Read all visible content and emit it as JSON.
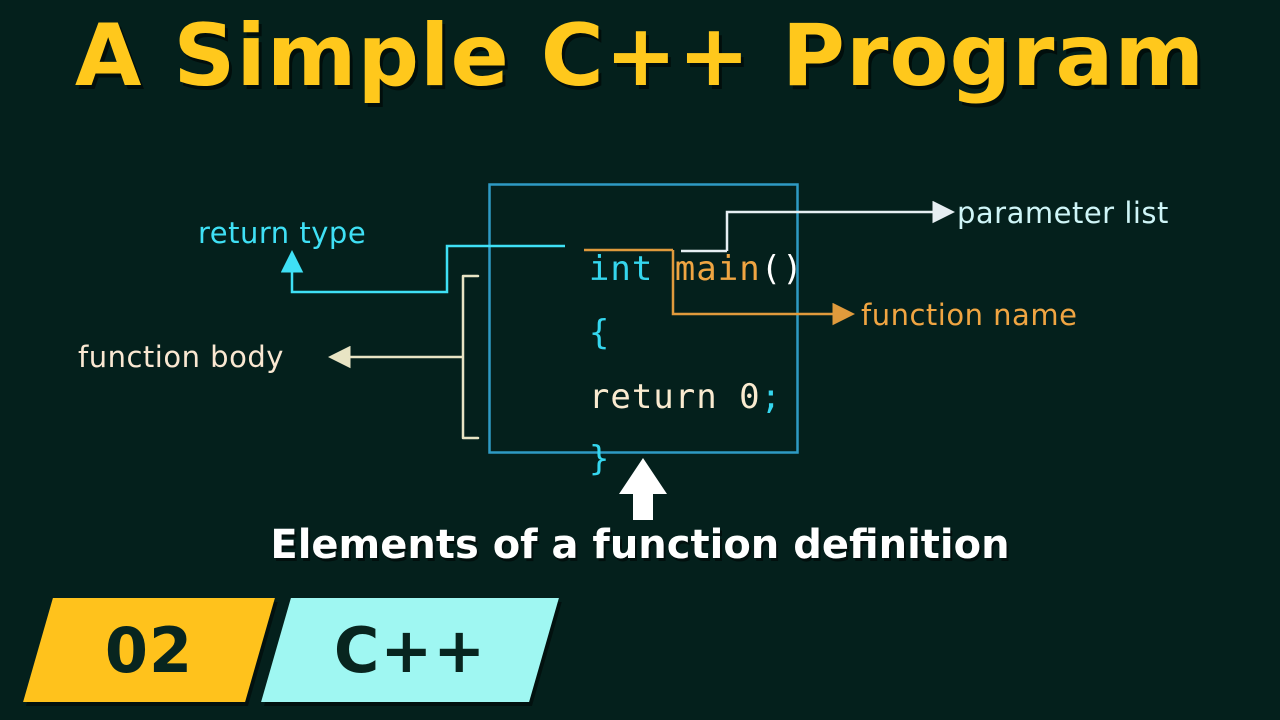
{
  "slide": {
    "title": "A Simple C++ Program",
    "caption": "Elements of a function definition",
    "background_color": "#04201c"
  },
  "code_box": {
    "border_color": "#2E9AC4",
    "lines": [
      {
        "id": "signature",
        "tokens": [
          {
            "text": "int",
            "role": "return-type",
            "color": "#35D6EE"
          },
          {
            "text": " ",
            "role": "space",
            "color": "#04201c"
          },
          {
            "text": "main",
            "role": "function-name",
            "color": "#F0A542"
          },
          {
            "text": "()",
            "role": "parameter-list",
            "color": "#FFFFFF"
          }
        ]
      },
      {
        "id": "open-brace",
        "tokens": [
          {
            "text": "{",
            "role": "brace",
            "color": "#35D6EE"
          }
        ]
      },
      {
        "id": "return-stmt",
        "tokens": [
          {
            "text": "return 0",
            "role": "statement",
            "color": "#FAEBD0"
          },
          {
            "text": ";",
            "role": "semicolon",
            "color": "#35D6EE"
          }
        ]
      },
      {
        "id": "close-brace",
        "tokens": [
          {
            "text": "}",
            "role": "brace",
            "color": "#35D6EE"
          }
        ]
      }
    ],
    "plain_code": "int main()\n{\nreturn 0;\n}"
  },
  "annotations": [
    {
      "id": "return-type",
      "label": "return type",
      "color": "#3FE0F5",
      "points_to": "int",
      "arrow_direction": "up"
    },
    {
      "id": "parameter-list",
      "label": "parameter list",
      "color": "#CFF5F7",
      "points_to": "()",
      "arrow_direction": "right"
    },
    {
      "id": "function-name",
      "label": "function name",
      "color": "#F0A542",
      "points_to": "main",
      "arrow_direction": "right"
    },
    {
      "id": "function-body",
      "label": "function body",
      "color": "#FAE8D2",
      "points_to": "{ return 0; }",
      "arrow_direction": "left"
    }
  ],
  "labels": {
    "return_type": "return type",
    "parameter_list": "parameter list",
    "function_name": "function name",
    "function_body": "function body"
  },
  "badges": {
    "number": "02",
    "language": "C++",
    "number_color": "#FFC21C",
    "language_color": "#9FF7F2",
    "text_color": "#08251F"
  },
  "icons": {
    "caption_arrow": "arrow-up-icon",
    "return_type_arrow": "arrow-up-icon",
    "parameter_list_arrow": "arrow-right-icon",
    "function_name_arrow": "arrow-right-icon",
    "function_body_arrow": "arrow-left-icon",
    "function_body_bracket": "square-bracket-icon"
  },
  "colors": {
    "title": "#FFC81C",
    "caption": "#FFFFFF",
    "cyan": "#35D6EE",
    "orange": "#F0A542",
    "cream": "#FAEBD0",
    "white": "#FFFFFF"
  }
}
